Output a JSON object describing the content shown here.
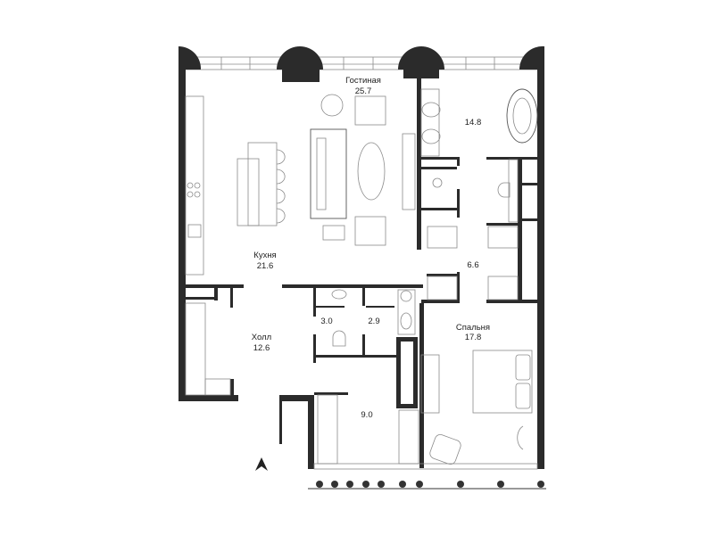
{
  "plan": {
    "rooms": {
      "living": {
        "name": "Гостиная",
        "area": "25.7"
      },
      "bath_master": {
        "area": "14.8"
      },
      "kitchen": {
        "name": "Кухня",
        "area": "21.6"
      },
      "corridor": {
        "area": "6.6"
      },
      "wc1": {
        "area": "3.0"
      },
      "wc2": {
        "area": "2.9"
      },
      "hall": {
        "name": "Холл",
        "area": "12.6"
      },
      "bedroom": {
        "name": "Спальня",
        "area": "17.8"
      },
      "wardrobe": {
        "area": "9.0"
      }
    },
    "north_arrow_icon": "north-arrow",
    "wall_color": "#2b2b2b"
  }
}
